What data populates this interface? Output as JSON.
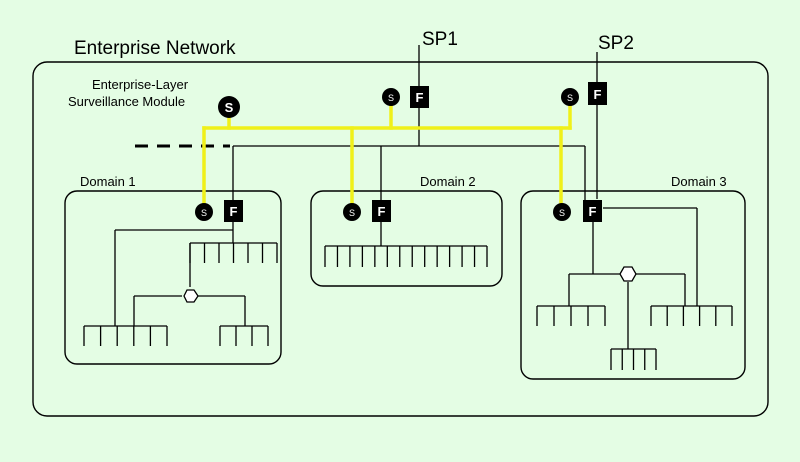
{
  "title": "Enterprise Network",
  "service_providers": [
    "SP1",
    "SP2"
  ],
  "surveillance_module_label": [
    "Enterprise-Layer",
    "Surveillance Module"
  ],
  "domains": [
    "Domain 1",
    "Domain 2",
    "Domain 3"
  ],
  "node_letters": {
    "firewall": "F",
    "surveillance": "S"
  },
  "colors": {
    "background": "#e4fde4",
    "surveillance_link": "#f0f01a",
    "line": "#000000"
  }
}
